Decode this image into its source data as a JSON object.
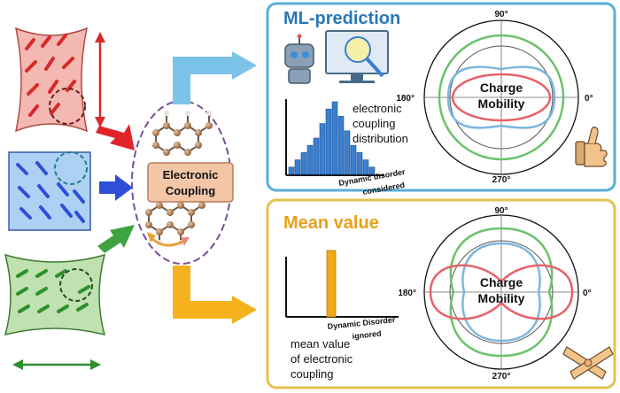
{
  "center": {
    "label_line1": "Electronic",
    "label_line2": "Coupling"
  },
  "top_panel": {
    "title": "ML-prediction",
    "title_color": "#2a78b8",
    "border_color": "#5aaedb",
    "caption_line1": "electronic",
    "caption_line2": "coupling",
    "caption_line3": "distribution",
    "axis_label_line1": "Dynamic disorder",
    "axis_label_line2": "considered",
    "histogram_values": [
      1,
      2,
      3,
      4,
      5,
      7,
      9,
      10,
      8,
      6,
      4,
      3,
      2,
      1
    ],
    "bar_color": "#3a7fd0",
    "polar": {
      "label_top": "90°",
      "label_bottom": "270°",
      "label_left": "180°",
      "label_right": "0°",
      "center_line1": "Charge",
      "center_line2": "Mobility"
    }
  },
  "bottom_panel": {
    "title": "Mean value",
    "title_color": "#e8a21a",
    "border_color": "#e6c24d",
    "caption_line1": "mean value",
    "caption_line2": "of electronic",
    "caption_line3": "coupling",
    "axis_label_line1": "Dynamic Disorder",
    "axis_label_line2": "ignored",
    "bar_color": "#f0a818",
    "polar": {
      "label_top": "90°",
      "label_bottom": "270°",
      "label_left": "180°",
      "label_right": "0°",
      "center_line1": "Charge",
      "center_line2": "Mobility"
    }
  },
  "colors": {
    "red": "#e0242a",
    "blue": "#2f4fd8",
    "green": "#2e8f2e",
    "arrow_blue": "#7cc3ea",
    "arrow_orange": "#f5b21c"
  }
}
